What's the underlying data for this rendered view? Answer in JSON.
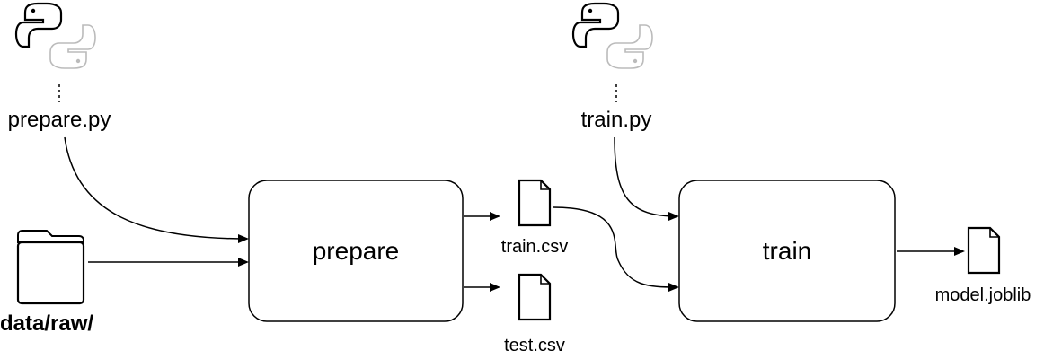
{
  "scripts": {
    "prepare": "prepare.py",
    "train": "train.py"
  },
  "stages": {
    "prepare": "prepare",
    "train": "train"
  },
  "inputs": {
    "raw_folder": "data/raw/"
  },
  "outputs": {
    "train_csv": "train.csv",
    "test_csv": "test.csv",
    "model": "model.joblib"
  },
  "icons": {
    "script": "python-logo-icon",
    "folder": "folder-icon",
    "file": "file-icon"
  }
}
